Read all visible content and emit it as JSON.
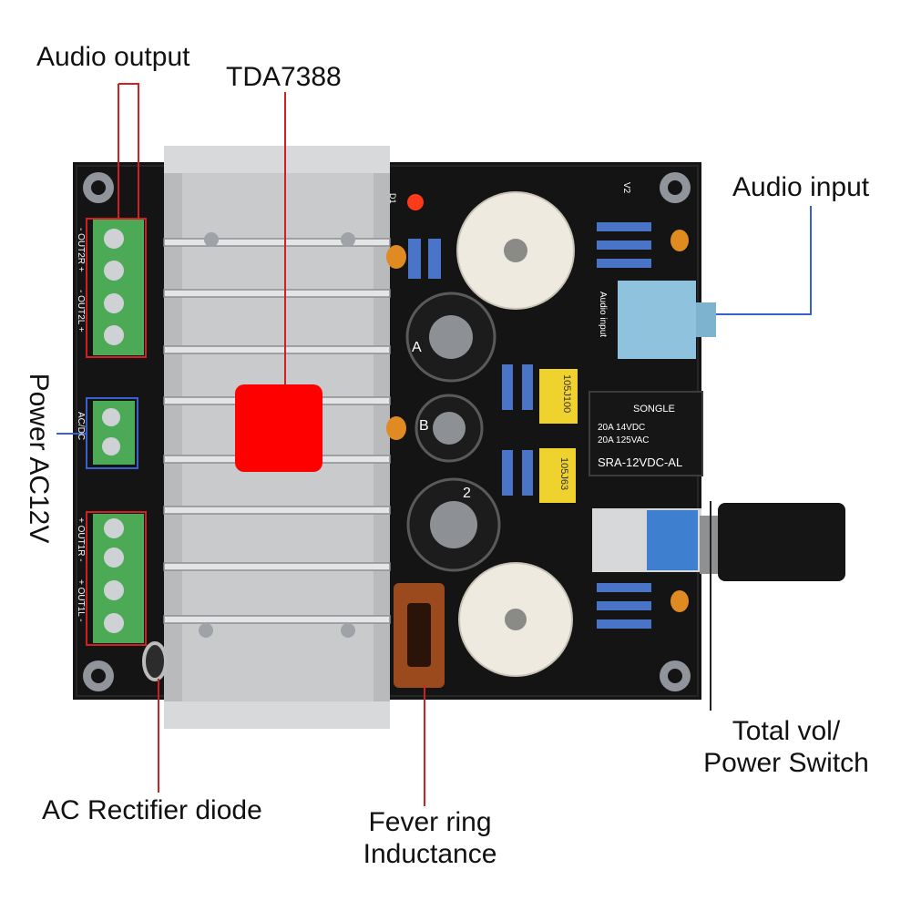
{
  "labels": {
    "audio_output": "Audio output",
    "tda": "TDA7388",
    "audio_input": "Audio input",
    "power": "Power AC12V",
    "total_vol_1": "Total vol/",
    "total_vol_2": "Power Switch",
    "rectifier": "AC Rectifier diode",
    "fever_1": "Fever ring",
    "fever_2": "Inductance"
  },
  "board_text": {
    "relay_brand": "SONGLE",
    "relay_line1": "20A 14VDC",
    "relay_line2": "20A 125VAC",
    "relay_model": "SRA-12VDC-AL",
    "cap1": "105J100",
    "cap2": "105J63",
    "audio_in_silk": "Audio input",
    "v2": "V2",
    "d1": "D1",
    "out2r": "- OUT2R +",
    "out2l": "- OUT2L +",
    "acdc": "AC/DC",
    "out1r": "+ OUT1R -",
    "out1l": "+ OUT1L -",
    "cap_a": "A",
    "cap_b": "B",
    "cap_c": "2"
  },
  "colors": {
    "board": "#141414",
    "heatsink": "#c8c9cb",
    "terminal": "#4caa56",
    "highlight_red": "#ff0000",
    "leader_red": "#d22020",
    "leader_blue": "#3a5fd0",
    "jack_blue": "#8fc3dd"
  }
}
